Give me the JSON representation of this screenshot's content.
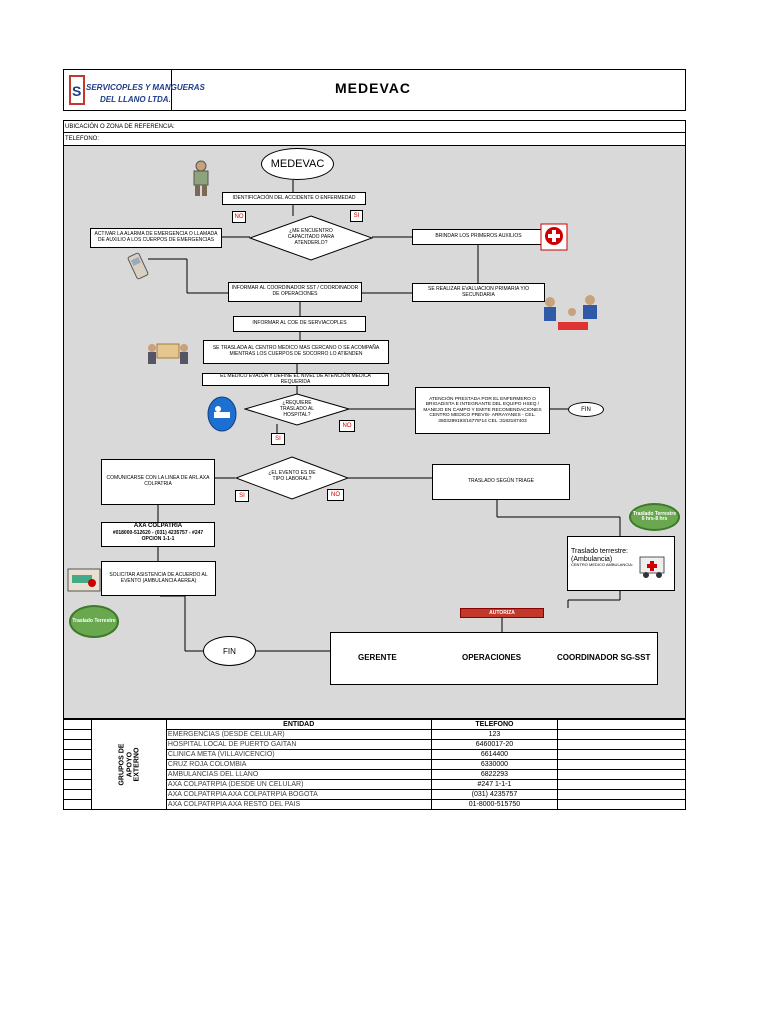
{
  "header": {
    "company_line1": "SERVICOPLES Y MANGUERAS",
    "company_line2": "DEL LLANO LTDA.",
    "title": "MEDEVAC",
    "ubicacion_label": "UBICACIÓN O ZONA DE REFERENCIA:",
    "telefono_label": "TELEFONO:"
  },
  "flow": {
    "start": "MEDEVAC",
    "identificacion": "IDENTIFICACIÓN DEL ACCIDENTE O ENFERMEDAD",
    "no1": "NO",
    "si1": "SI",
    "decision1": "¿ME ENCUENTRO CAPACITADO PARA ATENDERLO?",
    "activar_alarma": "ACTIVAR LA ALARMA DE EMERGENCIA O LLAMADA DE AUXILIO A LOS CUERPOS DE EMERGENCIAS",
    "primeros_auxilios": "BRINDAR LOS PRIMEROS AUXILIOS",
    "informar_coordinador": "INFORMAR AL COORDINADOR SST / COORDINADOR DE OPERACIONES",
    "evaluacion": "SE REALIZAR EVALUACION PRIMARIA Y/O SECUNDARIA",
    "informar_coe": "INFORMAR AL COE DE SERVIACOPLES",
    "traslada": "SE TRASLADA AL CENTRO MEDICO MAS CERCANO O SE ACOMPAÑA MIENTRAS LOS CUERPOS DE SOCORRO LO ATIENDEN",
    "medico_evalua": "EL MEDICO EVALÚA Y DEFINE EL NIVEL DE ATENCIÓN MEDICA REQUERIDA",
    "decision2": "¿REQUIERE TRASLADO AL HOSPITAL?",
    "si2": "SI",
    "no2": "NO",
    "atencion_prestada": "ATENCIÓN PRESTADA POR EL ENFERMERO O BRIGADISTA E INTEGRANTE DEL EQUIPO HSEQ / MANEJO EN CAMPO Y EMITE RECOMENDACIONES CENTRO MEDICO PREVIS- ARRAYANES - CEL. 3503299193/16778*14 cel :3183187403",
    "fin1": "FIN",
    "comunicarse": "COMUNICARSE CON LA LINEA DE ARL AXA COLPATRIA",
    "decision3": "¿EL EVENTO ES DE TIPO LABORAL?",
    "si3": "SI",
    "no3": "NO",
    "traslado_triage": "TRASLADO SEGÚN TRIAGE",
    "axa_title": "AXA COLPATRIA",
    "axa_phone": "#018000-512620 - (031) 4235757 - #247",
    "axa_option": "OPCION 1-1-1",
    "solicitar": "SOLICITAR ASISTENCIA DE ACUERDO AL EVENTO (AMBULANCIA AEREA)",
    "traslado_terrestre_green_right": "Traslado Terrestre 6 hrs-8 hrs",
    "traslado_terrestre_green_left": "Traslado Terrestre",
    "traslado_terrestre_title": "Traslado terrestre: (Ambulancia)",
    "centro_medico_ambulancia": "CENTRO MEDICO AMBULANCIA:",
    "autoriza": "AUTORIZA",
    "fin2": "FIN",
    "gerente": "GERENTE",
    "operaciones": "OPERACIONES",
    "coordinador": "COORDINADOR SG-SST"
  },
  "table": {
    "group_label": "GRUPOS DE APOYO EXTERNO",
    "col_entidad": "ENTIDAD",
    "col_telefono": "TELEFONO",
    "rows": [
      {
        "entidad": "EMERGENCIAS  (DESDE   CELULAR)",
        "telefono": "123"
      },
      {
        "entidad": "HOSPITAL LOCAL DE PUERTO GAITAN",
        "telefono": "6460017-20"
      },
      {
        "entidad": "CLINICA  META      (VILLAVICENCIO)",
        "telefono": "6614400"
      },
      {
        "entidad": "CRUZ ROJA COLOMBIA",
        "telefono": "6330000"
      },
      {
        "entidad": "AMBULANCIAS DEL LLANO",
        "telefono": "6822293"
      },
      {
        "entidad": "AXA COLPATRPIA (DESDE UN CELULAR)",
        "telefono": "#247 1-1-1"
      },
      {
        "entidad": "AXA COLPATRPIA AXA COLPATRPIA BOGOTA",
        "telefono": "(031) 4235757"
      },
      {
        "entidad": "AXA COLPATRPIA AXA  RESTO DEL PAIS",
        "telefono": "01-8000-515750"
      }
    ]
  },
  "colors": {
    "background_flow": "#d9d9d9",
    "tag_red": "#d00000",
    "autoriza_bg": "#c0392b",
    "green": "#6aa84f"
  }
}
